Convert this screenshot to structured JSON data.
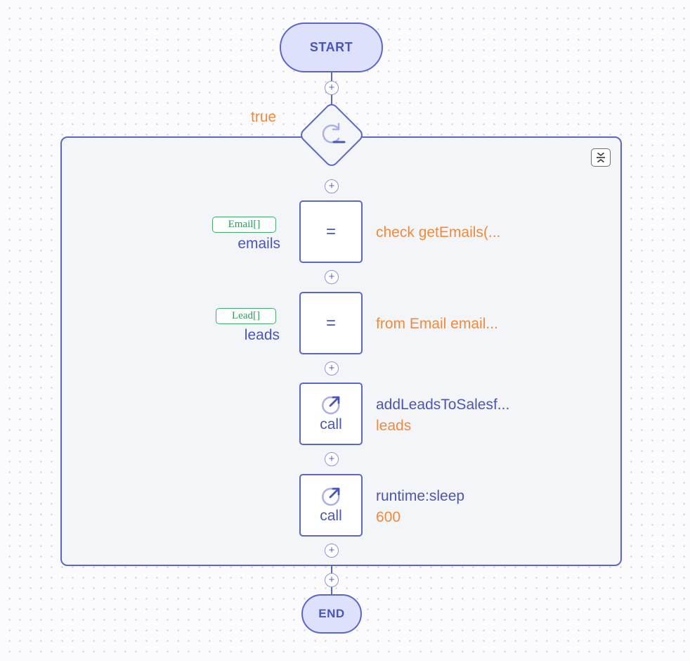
{
  "start": {
    "label": "START"
  },
  "end": {
    "label": "END"
  },
  "loop": {
    "condition": "true",
    "icon": "loop-icon",
    "collapse_icon": "collapse-icon"
  },
  "steps": [
    {
      "kind": "assign",
      "symbol": "=",
      "type": "Email[]",
      "variable": "emails",
      "expression": "check getEmails(..."
    },
    {
      "kind": "assign",
      "symbol": "=",
      "type": "Lead[]",
      "variable": "leads",
      "expression": "from Email email..."
    },
    {
      "kind": "call",
      "label": "call",
      "icon": "call-icon",
      "function": "addLeadsToSalesf...",
      "argument": "leads"
    },
    {
      "kind": "call",
      "label": "call",
      "icon": "call-icon",
      "function": "runtime:sleep",
      "argument": "600"
    }
  ],
  "add_button": {
    "symbol": "+"
  },
  "colors": {
    "primary": "#5b66c9",
    "terminal_fill": "#dde1fb",
    "expression": "#f08a3c",
    "type_badge": "#3fae6d",
    "loop_fill": "#f4f5f8"
  }
}
